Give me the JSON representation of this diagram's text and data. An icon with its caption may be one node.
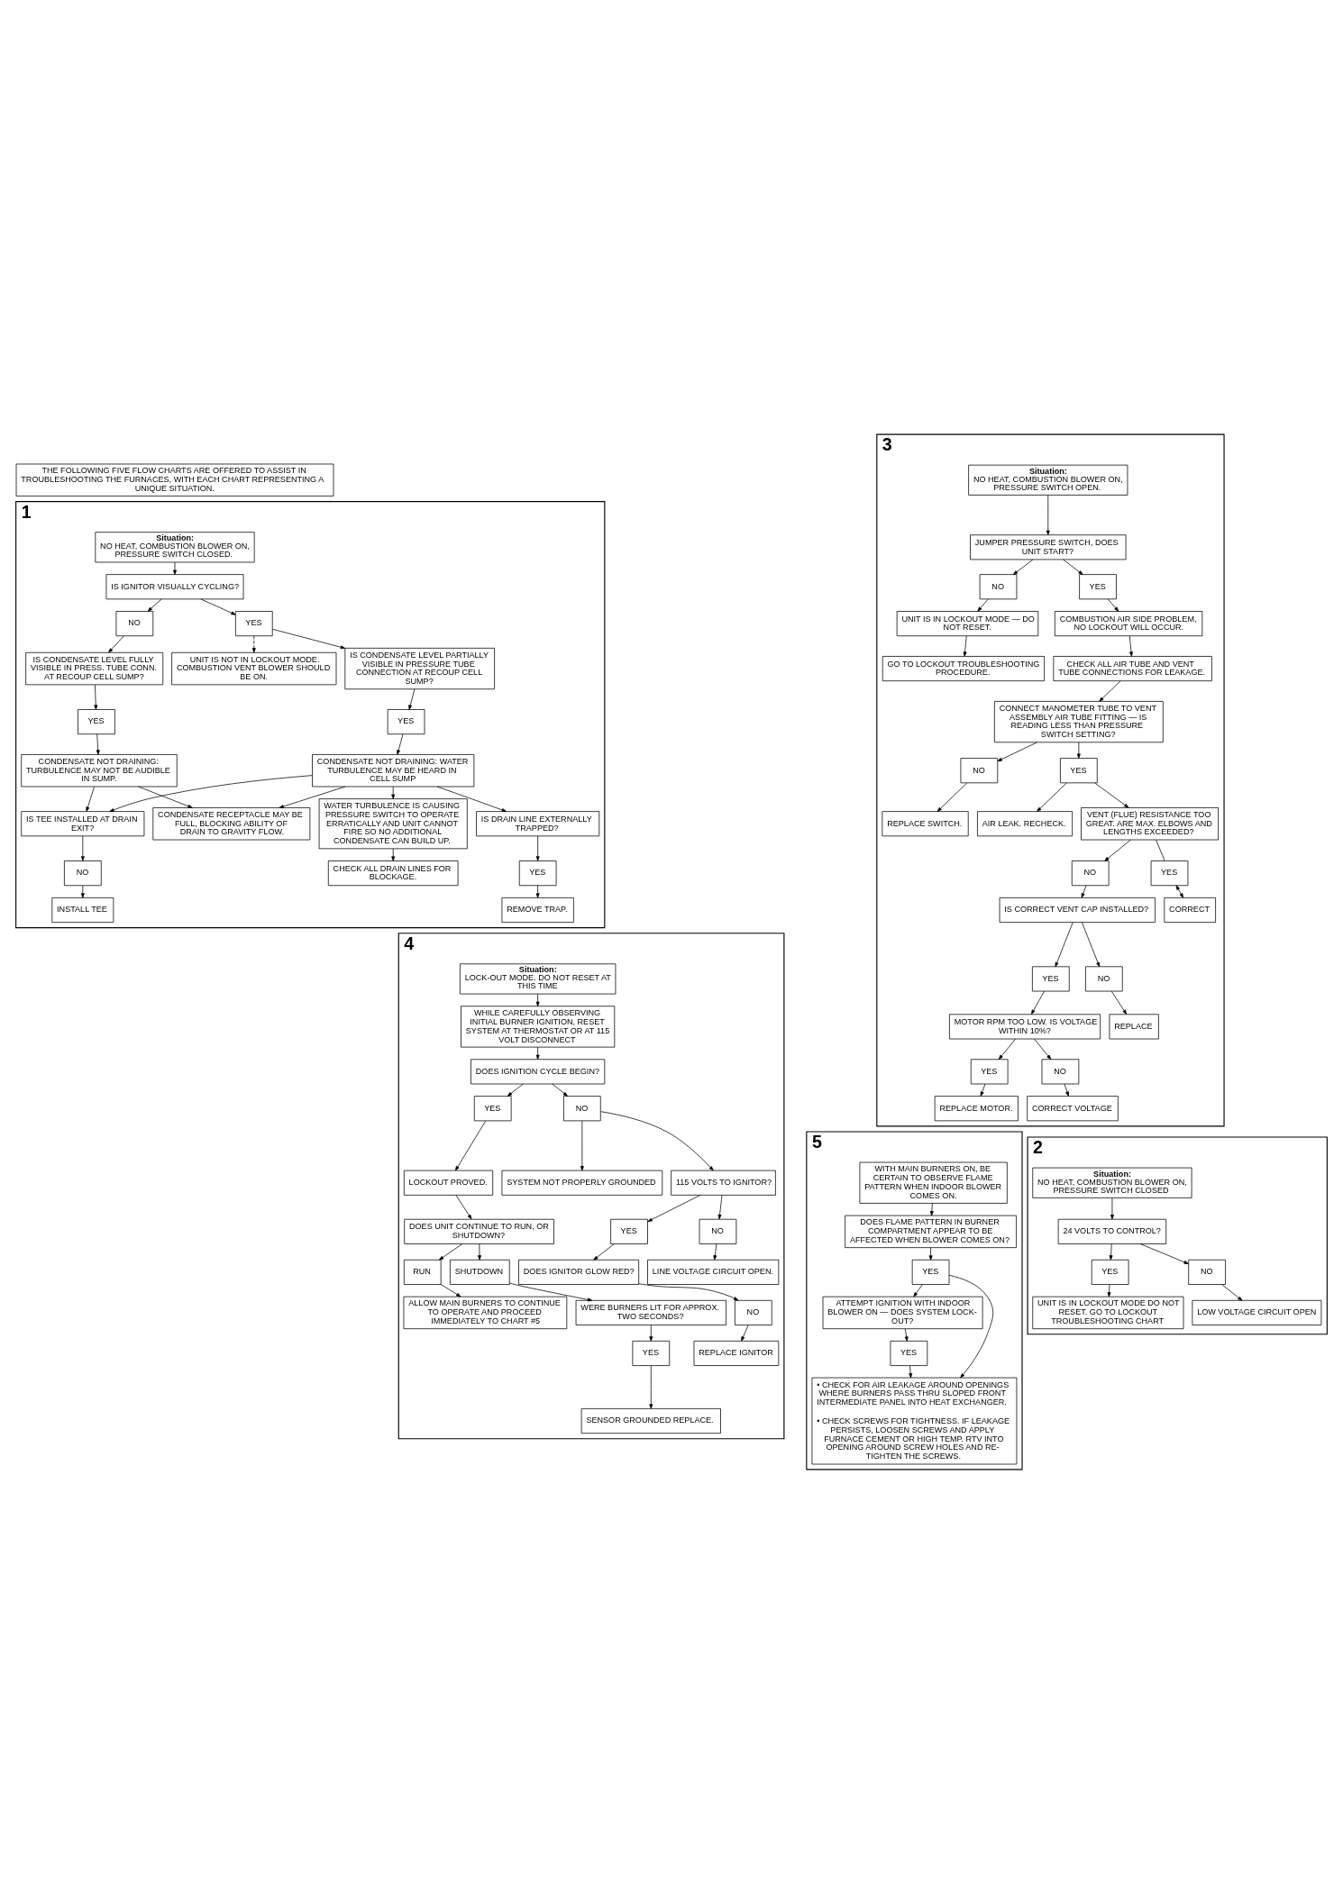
{
  "diagram": {
    "nodes": [
      {
        "text": [
          "THE FOLLOWING FIVE FLOW CHARTS ARE OFFERED TO ASSIST IN TROUBLESHOOTING THE FURNACES, WITH EACH CHART REPRESENTING A UNIQUE SITUATION."
        ]
      },
      {
        "text": [
          "1"
        ]
      },
      {
        "text": [
          "Situation:",
          "NO HEAT, COMBUSTION BLOWER ON, PRESSURE SWITCH CLOSED."
        ],
        "in": 1
      },
      {
        "text": [
          "IS IGNITOR VISUALLY CYCLING?"
        ],
        "in": 1
      },
      {
        "text": [
          "NO"
        ],
        "in": 1
      },
      {
        "text": [
          "UNIT IS NOT IN LOCKOUT MODE. COMBUSTION VENT BLOWER SHOULD BE ON."
        ],
        "in": 1
      },
      {
        "text": [
          "YES"
        ],
        "in": 1
      },
      {
        "text": [
          "IS CONDENSATE LEVEL FULLY VISIBLE IN PRESS. TUBE CONN. AT RECOUP CELL SUMP?"
        ],
        "in": 1
      },
      {
        "text": [
          "IS CONDENSATE LEVEL PARTIALLY VISIBLE IN PRESSURE TUBE CONNECTION AT RECOUP CELL SUMP?"
        ],
        "in": 1
      },
      {
        "text": [
          "YES"
        ],
        "in": 1
      },
      {
        "text": [
          "YES"
        ],
        "in": 1
      },
      {
        "text": [
          "CONDENSATE NOT DRAINING: TURBULENCE MAY NOT BE AUDIBLE IN SUMP."
        ],
        "in": 1
      },
      {
        "text": [
          "CONDENSATE NOT DRAINING: WATER TURBULENCE MAY BE HEARD IN CELL SUMP"
        ],
        "in": 1
      },
      {
        "text": [
          "IS TEE INSTALLED AT DRAIN EXIT?"
        ],
        "in": 1
      },
      {
        "text": [
          "NO"
        ],
        "in": 1
      },
      {
        "text": [
          "WATER TURBULENCE IS CAUSING PRESSURE SWITCH TO OPERATE ERRATICALLY AND UNIT CANNOT FIRE SO NO ADDITIONAL CONDENSATE CAN BUILD UP."
        ],
        "in": 1
      },
      {
        "text": [
          "IS DRAIN LINE EXTERNALLY TRAPPED?"
        ],
        "in": 1
      },
      {
        "text": [
          "INSTALL TEE"
        ],
        "in": 1
      },
      {
        "text": [
          "CONDENSATE RECEPTACLE MAY BE FULL, BLOCKING ABILITY OF DRAIN TO GRAVITY FLOW."
        ],
        "in": 1
      },
      {
        "text": [
          "YES"
        ],
        "in": 1
      },
      {
        "text": [
          "CHECK ALL DRAIN LINES FOR BLOCKAGE."
        ],
        "in": 1
      },
      {
        "text": [
          "REMOVE TRAP."
        ],
        "in": 1
      },
      {
        "text": [
          "3"
        ]
      },
      {
        "text": [
          "Situation:",
          "NO HEAT, COMBUSTION BLOWER ON, PRESSURE SWITCH OPEN."
        ],
        "in": 22
      },
      {
        "text": [
          "JUMPER PRESSURE SWITCH, DOES UNIT START?"
        ],
        "in": 22
      },
      {
        "text": [
          "NO"
        ],
        "in": 22
      },
      {
        "text": [
          "YES"
        ],
        "in": 22
      },
      {
        "text": [
          "UNIT IS IN LOCKOUT MODE — DO NOT RESET."
        ],
        "in": 22
      },
      {
        "text": [
          "COMBUSTION AIR SIDE PROBLEM, NO LOCKOUT WILL OCCUR."
        ],
        "in": 22
      },
      {
        "text": [
          "CHECK ALL AIR TUBE AND VENT TUBE CONNECTIONS FOR LEAKAGE."
        ],
        "in": 22
      },
      {
        "text": [
          "GO TO LOCKOUT TROUBLESHOOTING PROCEDURE."
        ],
        "in": 22
      },
      {
        "text": [
          "CONNECT MANOMETER TUBE TO VENT ASSEMBLY AIR TUBE FITTING — IS READING LESS THAN PRESSURE SWITCH SETTING?"
        ],
        "in": 22
      },
      {
        "text": [
          "NO"
        ],
        "in": 22
      },
      {
        "text": [
          "REPLACE SWITCH."
        ],
        "in": 22
      },
      {
        "text": [
          "AIR LEAK. RECHECK."
        ],
        "in": 22
      },
      {
        "text": [
          "YES"
        ],
        "in": 22
      },
      {
        "text": [
          "VENT (FLUE) RESISTANCE TOO GREAT. ARE MAX. ELBOWS AND LENGTHS EXCEEDED?"
        ],
        "in": 22
      },
      {
        "text": [
          "NO"
        ],
        "in": 22
      },
      {
        "text": [
          "IS CORRECT VENT CAP INSTALLED?"
        ],
        "in": 22
      },
      {
        "text": [
          "YES"
        ],
        "in": 22
      },
      {
        "text": [
          "NO"
        ],
        "in": 22
      },
      {
        "text": [
          "CORRECT"
        ],
        "in": 22
      },
      {
        "text": [
          "YES"
        ],
        "in": 22
      },
      {
        "text": [
          "MOTOR RPM TOO LOW. IS VOLTAGE WITHIN 10%?"
        ],
        "in": 22
      },
      {
        "text": [
          "REPLACE"
        ],
        "in": 22
      },
      {
        "text": [
          "REPLACE MOTOR."
        ],
        "in": 22
      },
      {
        "text": [
          "YES"
        ],
        "in": 22
      },
      {
        "text": [
          "NO"
        ],
        "in": 22
      },
      {
        "text": [
          "CORRECT VOLTAGE"
        ],
        "in": 22
      },
      {
        "text": [
          "5"
        ]
      },
      {
        "text": [
          "WITH MAIN BURNERS ON, BE CERTAIN TO OBSERVE FLAME PATTERN WHEN INDOOR BLOWER COMES ON."
        ],
        "in": 49
      },
      {
        "text": [
          "DOES FLAME PATTERN IN BURNER COMPARTMENT APPEAR TO BE AFFECTED WHEN BLOWER COMES ON?"
        ],
        "in": 49
      },
      {
        "text": [
          "YES"
        ],
        "in": 49
      },
      {
        "text": [
          "ATTEMPT IGNITION WITH INDOOR BLOWER ON — DOES SYSTEM LOCK-OUT?"
        ],
        "in": 49
      },
      {
        "text": [
          "• CHECK FOR AIR LEAKAGE AROUND OPENINGS WHERE BURNERS PASS THRU SLOPED FRONT INTERMEDIATE PANEL INTO HEAT EXCHANGER.",
          "• CHECK SCREWS FOR TIGHTNESS. IF LEAKAGE PERSISTS, LOOSEN SCREWS AND APPLY FURNACE CEMENT OR HIGH TEMP. RTV INTO OPENING AROUND SCREW HOLES AND RE-TIGHTEN THE SCREWS."
        ],
        "in": 49
      },
      {
        "text": [
          "YES"
        ],
        "in": 49
      },
      {
        "text": [
          "2"
        ]
      },
      {
        "text": [
          "Situation:",
          "NO HEAT, COMBUSTION BLOWER ON, PRESSURE SWITCH CLOSED"
        ],
        "in": 56
      },
      {
        "text": [
          "24 VOLTS TO CONTROL?"
        ],
        "in": 56
      },
      {
        "text": [
          "YES"
        ],
        "in": 56
      },
      {
        "text": [
          "NO"
        ],
        "in": 56
      },
      {
        "text": [
          "UNIT IS IN LOCKOUT MODE DO NOT RESET. GO TO LOCKOUT TROUBLESHOOTING CHART"
        ],
        "in": 56
      },
      {
        "text": [
          "LOW VOLTAGE CIRCUIT OPEN"
        ],
        "in": 56
      },
      {
        "text": [
          "4"
        ]
      },
      {
        "text": [
          "Situation:",
          "LOCK-OUT MODE. DO NOT RESET AT THIS TIME"
        ],
        "in": 63
      },
      {
        "text": [
          "WHILE CAREFULLY OBSERVING INITIAL BURNER IGNITION, RESET SYSTEM AT THERMOSTAT OR AT 115 VOLT DISCONNECT"
        ],
        "in": 63
      },
      {
        "text": [
          "YES"
        ],
        "in": 63
      },
      {
        "text": [
          "DOES IGNITION CYCLE BEGIN?"
        ],
        "in": 63
      },
      {
        "text": [
          "LOCKOUT PROVED."
        ],
        "in": 63
      },
      {
        "text": [
          "NO"
        ],
        "in": 63
      },
      {
        "text": [
          "SYSTEM NOT PROPERLY GROUNDED"
        ],
        "in": 63
      },
      {
        "text": [
          "DOES UNIT CONTINUE TO RUN, OR SHUTDOWN?"
        ],
        "in": 63
      },
      {
        "text": [
          "115 VOLTS TO IGNITOR?"
        ],
        "in": 63
      },
      {
        "text": [
          "RUN"
        ],
        "in": 63
      },
      {
        "text": [
          "SHUTDOWN"
        ],
        "in": 63
      },
      {
        "text": [
          "YES"
        ],
        "in": 63
      },
      {
        "text": [
          "NO"
        ],
        "in": 63
      },
      {
        "text": [
          "ALLOW MAIN BURNERS TO CONTINUE TO OPERATE AND PROCEED IMMEDIATELY TO CHART #5"
        ],
        "in": 63
      },
      {
        "text": [
          "WERE BURNERS LIT FOR APPROX. TWO SECONDS?"
        ],
        "in": 63
      },
      {
        "text": [
          "DOES IGNITOR GLOW RED?"
        ],
        "in": 63
      },
      {
        "text": [
          "LINE VOLTAGE CIRCUIT OPEN."
        ],
        "in": 63
      },
      {
        "text": [
          "NO"
        ],
        "in": 63
      },
      {
        "text": [
          "SENSOR GROUNDED REPLACE."
        ],
        "in": 63
      },
      {
        "text": [
          "YES"
        ],
        "in": 63
      },
      {
        "text": [
          "REPLACE IGNITOR"
        ],
        "in": 63
      }
    ],
    "edges": [
      {
        "from": 2,
        "to": 3,
        "arrow": "to"
      },
      {
        "from": 3,
        "to": 4,
        "arrow": "to"
      },
      {
        "from": 3,
        "to": 6,
        "arrow": "to"
      },
      {
        "from": 6,
        "to": 5,
        "arrow": "to",
        "style": "dashed"
      },
      {
        "from": 6,
        "to": 8,
        "arrow": "to"
      },
      {
        "from": 4,
        "to": 7,
        "arrow": "to"
      },
      {
        "from": 7,
        "to": 9,
        "arrow": "to"
      },
      {
        "from": 9,
        "to": 11,
        "arrow": "to"
      },
      {
        "from": 8,
        "to": 10,
        "arrow": "to"
      },
      {
        "from": 10,
        "to": 12,
        "arrow": "to"
      },
      {
        "from": 12,
        "to": 15,
        "arrow": "to"
      },
      {
        "from": 15,
        "to": 20,
        "arrow": "to"
      },
      {
        "from": 12,
        "to": 16,
        "arrow": "to"
      },
      {
        "from": 12,
        "to": 13,
        "arrow": "to"
      },
      {
        "from": 12,
        "to": 18,
        "arrow": "to"
      },
      {
        "from": 11,
        "to": 13,
        "arrow": "to"
      },
      {
        "from": 11,
        "to": 18,
        "arrow": "to"
      },
      {
        "from": 13,
        "to": 14,
        "arrow": "to"
      },
      {
        "from": 14,
        "to": 17,
        "arrow": "to"
      },
      {
        "from": 16,
        "to": 19,
        "arrow": "to"
      },
      {
        "from": 19,
        "to": 21,
        "arrow": "to"
      },
      {
        "from": 23,
        "to": 24,
        "arrow": "to"
      },
      {
        "from": 24,
        "to": 25,
        "arrow": "to"
      },
      {
        "from": 24,
        "to": 26,
        "arrow": "to"
      },
      {
        "from": 25,
        "to": 27,
        "arrow": "to"
      },
      {
        "from": 27,
        "to": 30,
        "arrow": "to"
      },
      {
        "from": 26,
        "to": 28,
        "arrow": "to"
      },
      {
        "from": 28,
        "to": 29,
        "arrow": "to"
      },
      {
        "from": 29,
        "to": 31,
        "arrow": "to"
      },
      {
        "from": 31,
        "to": 32,
        "arrow": "to"
      },
      {
        "from": 32,
        "to": 33,
        "arrow": "to"
      },
      {
        "from": 31,
        "to": 35,
        "arrow": "to"
      },
      {
        "from": 35,
        "to": 34,
        "arrow": "to"
      },
      {
        "from": 35,
        "to": 36,
        "arrow": "to"
      },
      {
        "from": 36,
        "to": 37,
        "arrow": "to"
      },
      {
        "from": 37,
        "to": 38,
        "arrow": "to"
      },
      {
        "from": 38,
        "to": 39,
        "arrow": "to"
      },
      {
        "from": 38,
        "to": 40,
        "arrow": "to"
      },
      {
        "from": 40,
        "to": 44,
        "arrow": "to"
      },
      {
        "from": 39,
        "to": 43,
        "arrow": "to"
      },
      {
        "from": 36,
        "to": 42,
        "arrow": "none"
      },
      {
        "from": 42,
        "to": 41,
        "arrow": "both"
      },
      {
        "from": 43,
        "to": 46,
        "arrow": "to"
      },
      {
        "from": 43,
        "to": 47,
        "arrow": "to"
      },
      {
        "from": 46,
        "to": 45,
        "arrow": "to"
      },
      {
        "from": 47,
        "to": 48,
        "arrow": "to"
      },
      {
        "from": 50,
        "to": 51,
        "arrow": "to"
      },
      {
        "from": 51,
        "to": 52,
        "arrow": "to"
      },
      {
        "from": 52,
        "to": 53,
        "arrow": "to"
      },
      {
        "from": 52,
        "to": 54,
        "arrow": "to"
      },
      {
        "from": 53,
        "to": 55,
        "arrow": "to"
      },
      {
        "from": 55,
        "to": 54,
        "arrow": "to"
      },
      {
        "from": 57,
        "to": 58,
        "arrow": "to"
      },
      {
        "from": 58,
        "to": 59,
        "arrow": "to"
      },
      {
        "from": 58,
        "to": 60,
        "arrow": "to"
      },
      {
        "from": 59,
        "to": 61,
        "arrow": "to"
      },
      {
        "from": 60,
        "to": 62,
        "arrow": "to"
      },
      {
        "from": 64,
        "to": 65,
        "arrow": "to"
      },
      {
        "from": 65,
        "to": 67,
        "arrow": "to"
      },
      {
        "from": 67,
        "to": 66,
        "arrow": "to"
      },
      {
        "from": 67,
        "to": 69,
        "arrow": "to"
      },
      {
        "from": 66,
        "to": 68,
        "arrow": "to"
      },
      {
        "from": 68,
        "to": 71,
        "arrow": "to"
      },
      {
        "from": 69,
        "to": 70,
        "arrow": "to"
      },
      {
        "from": 69,
        "to": 72,
        "arrow": "to"
      },
      {
        "from": 71,
        "to": 73,
        "arrow": "to"
      },
      {
        "from": 71,
        "to": 74,
        "arrow": "to"
      },
      {
        "from": 73,
        "to": 77,
        "arrow": "to"
      },
      {
        "from": 74,
        "to": 78,
        "arrow": "to"
      },
      {
        "from": 72,
        "to": 75,
        "arrow": "to"
      },
      {
        "from": 72,
        "to": 76,
        "arrow": "to"
      },
      {
        "from": 75,
        "to": 79,
        "arrow": "to"
      },
      {
        "from": 76,
        "to": 80,
        "arrow": "to"
      },
      {
        "from": 79,
        "to": 81,
        "arrow": "to"
      },
      {
        "from": 81,
        "to": 84,
        "arrow": "to"
      },
      {
        "from": 78,
        "to": 83,
        "arrow": "to"
      },
      {
        "from": 83,
        "to": 82,
        "arrow": "to"
      }
    ]
  }
}
